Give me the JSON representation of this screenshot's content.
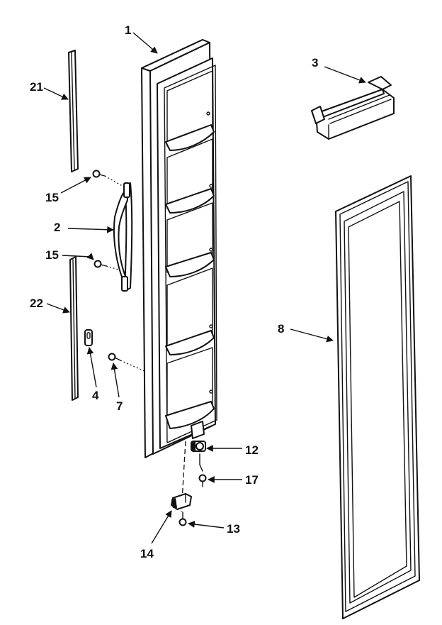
{
  "diagram": {
    "callouts": {
      "door": "1",
      "handle": "2",
      "door_shelf": "3",
      "handle_mount": "4",
      "door_stop_screw": "7",
      "door_gasket": "8",
      "hinge_pin_bushing": "12",
      "bottom_hinge": "13",
      "hinge_bracket": "14",
      "handle_screw_top": "15",
      "handle_screw_bottom": "15",
      "hinge_screw": "17",
      "trim_upper": "21",
      "trim_lower": "22"
    }
  }
}
